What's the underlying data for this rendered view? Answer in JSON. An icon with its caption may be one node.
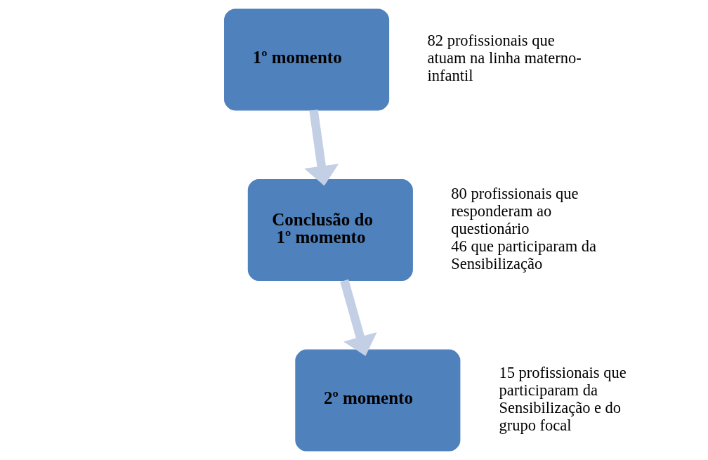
{
  "diagram": {
    "nodes": [
      {
        "text": [
          "1º momento"
        ],
        "beside": [
          "82 profissionais que atuam na linha materno-infantil"
        ]
      },
      {
        "text": [
          "Conclusão do 1º momento"
        ],
        "beside": [
          "80 profissionais que responderam ao questionário",
          "46 que participaram da Sensibilização"
        ]
      },
      {
        "text": [
          "2º momento"
        ],
        "beside": [
          "15 profissionais que participaram da Sensibilização e do grupo focal"
        ]
      }
    ],
    "edges": [
      {
        "from": 0,
        "to": 1,
        "arrow": "to"
      },
      {
        "from": 1,
        "to": 2,
        "arrow": "to"
      }
    ]
  }
}
